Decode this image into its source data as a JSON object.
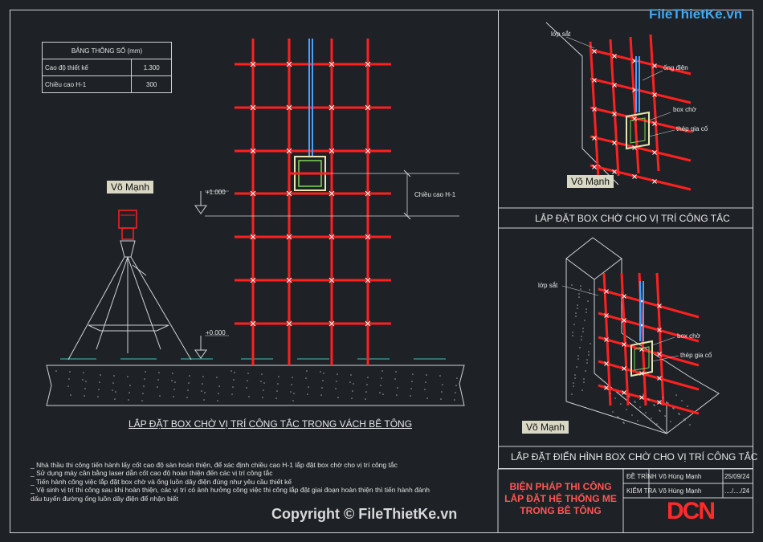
{
  "logo": "FileThietKe.vn",
  "param_table": {
    "header": "BẢNG THÔNG SỐ (mm)",
    "rows": [
      {
        "label": "Cao độ thiết kế",
        "value": "1.300"
      },
      {
        "label": "Chiều cao H-1",
        "value": "300"
      }
    ]
  },
  "main": {
    "name_tag": "Võ Mạnh",
    "level_high": "+1.000",
    "level_zero": "+0.000",
    "dim_label": "Chiều cao H-1",
    "caption": "LẮP ĐẶT BOX CHỜ VỊ TRÍ CÔNG TẮC TRONG VÁCH BÊ TÔNG"
  },
  "detail_top": {
    "labels": {
      "lop_sat": "lớp sắt",
      "ong_dien": "ống điện",
      "box_cho": "box chờ",
      "thep_gia_co": "thép gia cố"
    },
    "name_tag": "Võ Mạnh",
    "caption": "LẮP ĐẶT BOX CHỜ CHO VỊ TRÍ CÔNG TẮC"
  },
  "detail_bottom": {
    "labels": {
      "lop_sat": "lớp sắt",
      "box_cho": "box chờ",
      "thep_gia_co": "thép gia cố"
    },
    "name_tag": "Võ Mạnh",
    "caption": "LẮP ĐẶT ĐIỂN HÌNH BOX CHỜ CHO VỊ TRÍ CÔNG TẮC"
  },
  "notes": [
    "_    Nhà thầu thi công tiến hành lấy cốt cao độ sàn hoàn thiện, để xác định chiều cao H-1 lắp đặt box chờ cho vị trí công tắc",
    "_    Sử dụng máy cân bằng laser dẫn cốt cao độ hoàn thiện đến các vị trí công tắc",
    "_    Tiến hành công việc lắp đặt box chờ và ống luồn dây điện đúng như yêu cầu thiết kế",
    "_    Vệ sinh vị trí thi công sau khi hoàn thiện, các vị trí có ảnh hưởng công việc thi công lắp đặt giai đoạn hoàn thiện thì tiến hành đánh",
    "      dấu tuyến đường ống luồn dây điện để nhận biết"
  ],
  "title_block": {
    "title_lines": [
      "BIỆN PHÁP THI CÔNG",
      "LẮP ĐẶT HỆ THỐNG ME",
      "TRONG BÊ TÔNG"
    ],
    "rows": [
      {
        "role": "ĐỀ TRÌNH",
        "name": "Võ Hùng Mạnh",
        "date": "25/09/24"
      },
      {
        "role": "KIỂM TRA",
        "name": "Võ Hùng Mạnh",
        "date": "..../..../24"
      }
    ],
    "brand": "DCN"
  },
  "copyright": "Copyright © FileThietKe.vn",
  "colors": {
    "rebar": "#ff2020",
    "lines": "#cfd3d6",
    "water": "#3fc0c0",
    "title": "#ff5555"
  }
}
